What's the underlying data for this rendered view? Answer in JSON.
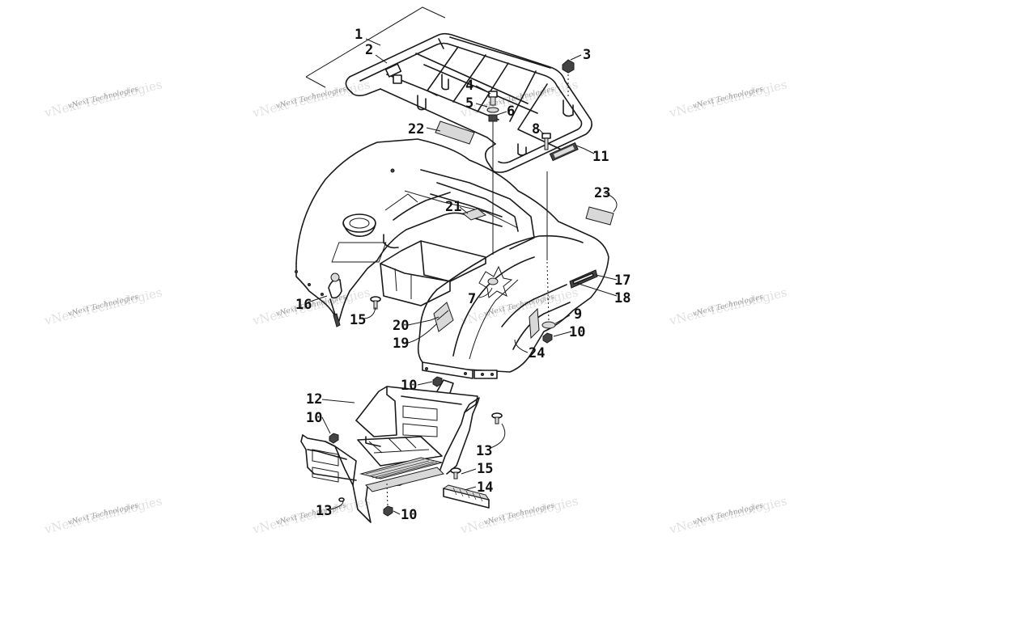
{
  "watermark": {
    "text": "vNext Technologies",
    "logo_text": "vNext Technologies"
  },
  "callouts": [
    {
      "id": "c1",
      "label": "1"
    },
    {
      "id": "c2",
      "label": "2"
    },
    {
      "id": "c3",
      "label": "3"
    },
    {
      "id": "c4",
      "label": "4"
    },
    {
      "id": "c5",
      "label": "5"
    },
    {
      "id": "c6",
      "label": "6"
    },
    {
      "id": "c7",
      "label": "7"
    },
    {
      "id": "c8",
      "label": "8"
    },
    {
      "id": "c9",
      "label": "9"
    },
    {
      "id": "c10a",
      "label": "10"
    },
    {
      "id": "c10b",
      "label": "10"
    },
    {
      "id": "c10c",
      "label": "10"
    },
    {
      "id": "c10d",
      "label": "10"
    },
    {
      "id": "c11",
      "label": "11"
    },
    {
      "id": "c12",
      "label": "12"
    },
    {
      "id": "c13a",
      "label": "13"
    },
    {
      "id": "c13b",
      "label": "13"
    },
    {
      "id": "c14",
      "label": "14"
    },
    {
      "id": "c15a",
      "label": "15"
    },
    {
      "id": "c15b",
      "label": "15"
    },
    {
      "id": "c16",
      "label": "16"
    },
    {
      "id": "c17",
      "label": "17"
    },
    {
      "id": "c18",
      "label": "18"
    },
    {
      "id": "c19",
      "label": "19"
    },
    {
      "id": "c20",
      "label": "20"
    },
    {
      "id": "c21",
      "label": "21"
    },
    {
      "id": "c22",
      "label": "22"
    },
    {
      "id": "c23",
      "label": "23"
    },
    {
      "id": "c24",
      "label": "24"
    }
  ]
}
